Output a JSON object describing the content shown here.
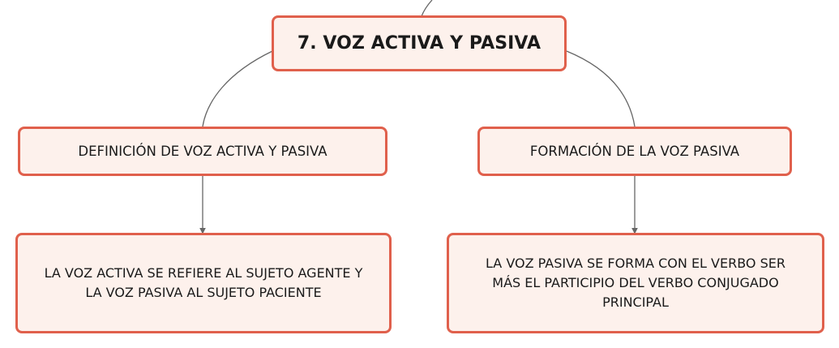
{
  "colors": {
    "node_fill": "#fdf1ec",
    "node_border": "#e0604c",
    "connector": "#666666",
    "text": "#1a1a1a"
  },
  "diagram": {
    "root": {
      "label": "7. VOZ ACTIVA Y PASIVA"
    },
    "branches": [
      {
        "label": "DEFINICIÓN DE VOZ ACTIVA Y PASIVA",
        "detail_lines": [
          "LA VOZ ACTIVA SE REFIERE AL SUJETO AGENTE Y",
          "LA VOZ PASIVA AL SUJETO PACIENTE"
        ]
      },
      {
        "label": "FORMACIÓN DE LA VOZ PASIVA",
        "detail_lines": [
          "LA VOZ PASIVA SE FORMA CON EL VERBO SER",
          "MÁS EL PARTICIPIO DEL VERBO CONJUGADO",
          "PRINCIPAL"
        ]
      }
    ]
  }
}
